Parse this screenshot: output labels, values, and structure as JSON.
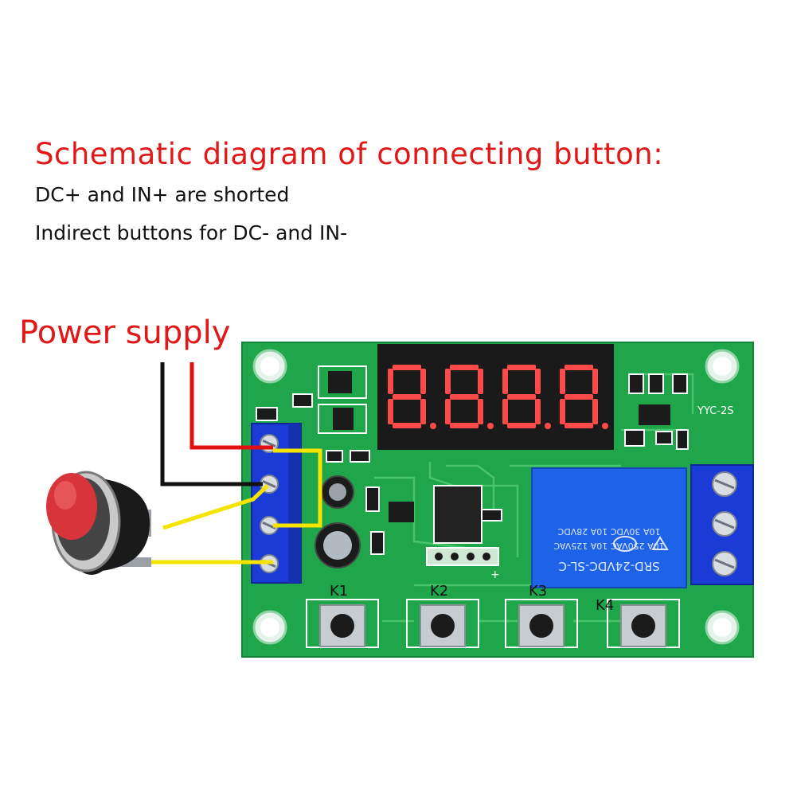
{
  "title": "Schematic diagram of connecting button:",
  "notes": [
    "DC+ and IN+ are shorted",
    "Indirect buttons for DC- and IN-"
  ],
  "power_label": "Power supply",
  "board": {
    "model": "YYC-2S",
    "display_value": "8.8.8.8.",
    "relay_text": [
      "SRD-24VDC-SL-C",
      "10A 250VAC 10A 125VAC",
      "10A 30VDC 10A 28VDC"
    ],
    "buttons": [
      "K1",
      "K2",
      "K3",
      "K4"
    ],
    "header_mark": "+"
  },
  "colors": {
    "pcb": "#1fa64a",
    "terminal": "#1a3bd6",
    "wire_red": "#e01010",
    "wire_black": "#111111",
    "wire_yellow": "#f5e400",
    "button_cap": "#d8343b",
    "title_text": "#e01818"
  },
  "icons": [
    "push-button-icon",
    "relay-icon",
    "display-icon"
  ]
}
